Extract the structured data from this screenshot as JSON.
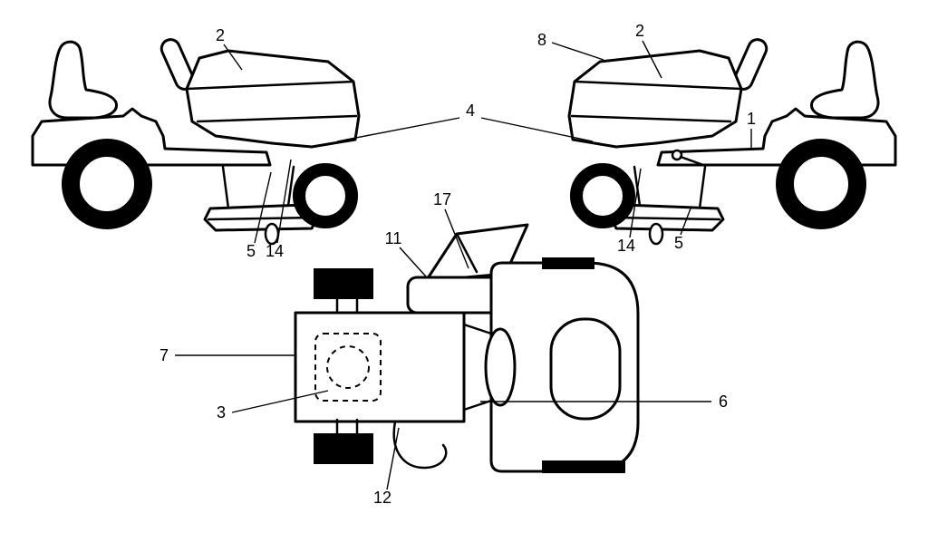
{
  "figure": {
    "background_color": "#ffffff",
    "line_color": "#000000"
  },
  "callouts": {
    "left": {
      "n2": "2",
      "n4": "4",
      "n5": "5",
      "n14": "14"
    },
    "right": {
      "n8": "8",
      "n2": "2",
      "n1": "1",
      "n14": "14",
      "n5": "5"
    },
    "top": {
      "n17": "17",
      "n11": "11",
      "n7": "7",
      "n3": "3",
      "n6": "6",
      "n12": "12"
    }
  }
}
